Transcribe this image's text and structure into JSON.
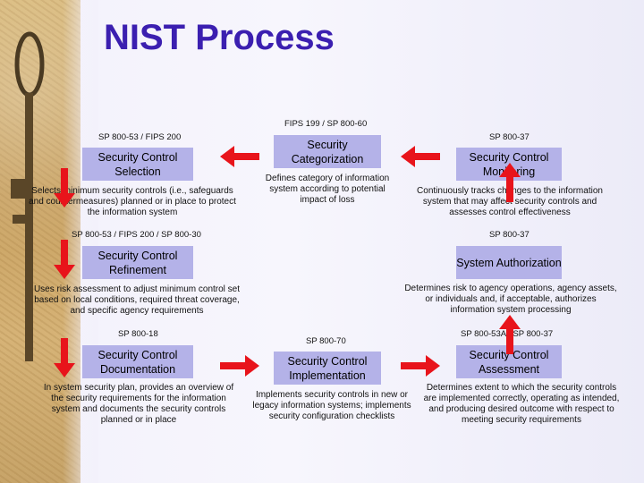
{
  "slide": {
    "title": "NIST Process"
  },
  "steps": {
    "categorization": {
      "ref": "FIPS 199 / SP 800-60",
      "title": "Security Categorization",
      "desc": "Defines category of information system according to potential impact of loss"
    },
    "selection": {
      "ref": "SP 800-53 / FIPS 200",
      "title": "Security Control Selection",
      "desc": "Selects minimum security controls (i.e., safeguards and countermeasures) planned or in place to protect the information system"
    },
    "monitoring": {
      "ref": "SP 800-37",
      "title": "Security Control Monitoring",
      "desc": "Continuously tracks changes to the information system that may affect security controls and assesses control effectiveness"
    },
    "refinement": {
      "ref": "SP 800-53 / FIPS 200 / SP 800-30",
      "title": "Security Control Refinement",
      "desc": "Uses risk assessment to adjust minimum control set based on local conditions, required threat coverage, and specific agency requirements"
    },
    "authorization": {
      "ref": "SP 800-37",
      "title": "System Authorization",
      "desc": "Determines risk to agency operations, agency assets, or individuals and, if acceptable, authorizes information system processing"
    },
    "documentation": {
      "ref": "SP 800-18",
      "title": "Security Control Documentation",
      "desc": "In system security plan, provides an overview of the security requirements for the information system and documents the security controls planned or in place"
    },
    "implementation": {
      "ref": "SP 800-70",
      "title": "Security Control Implementation",
      "desc": "Implements security controls in new or legacy information systems; implements security configuration checklists"
    },
    "assessment": {
      "ref": "SP 800-53A / SP 800-37",
      "title": "Security Control Assessment",
      "desc": "Determines extent to which the security controls are implemented correctly, operating as intended, and producing desired outcome with respect to meeting security requirements"
    }
  },
  "colors": {
    "title": "#3b1fb0",
    "box": "#b4b2e8",
    "arrow": "#e8141b"
  }
}
